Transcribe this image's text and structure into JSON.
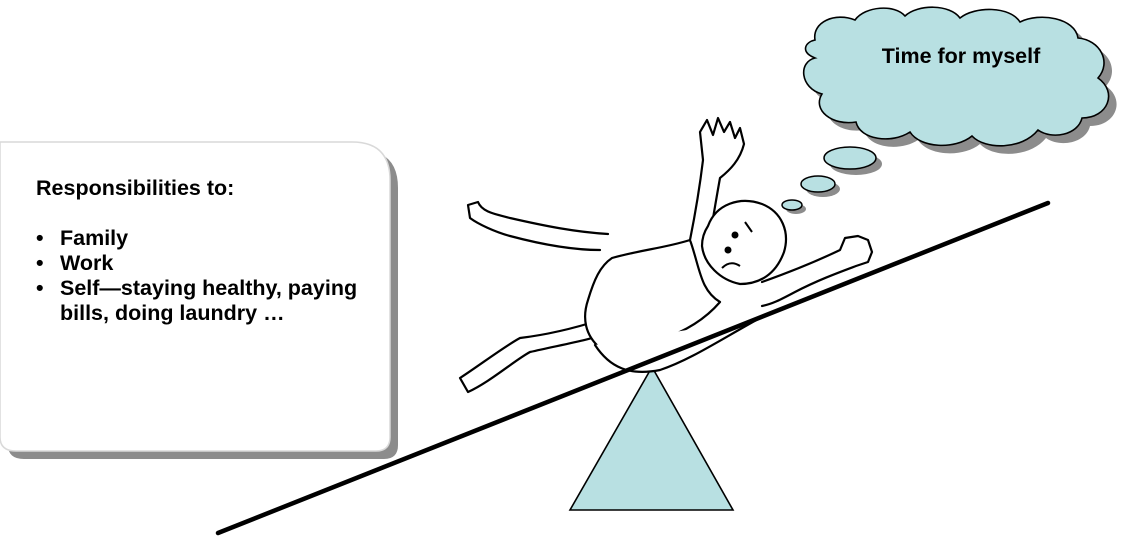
{
  "responsibilities": {
    "heading": "Responsibilities to:",
    "items": [
      "Family",
      "Work",
      "Self—staying healthy, paying bills, doing laundry …"
    ]
  },
  "thought_bubble": {
    "text": "Time for myself"
  },
  "colors": {
    "fulcrum": "#b8e0e2",
    "cloud": "#b8e0e2",
    "shadow": "#808080",
    "line": "#000000"
  }
}
